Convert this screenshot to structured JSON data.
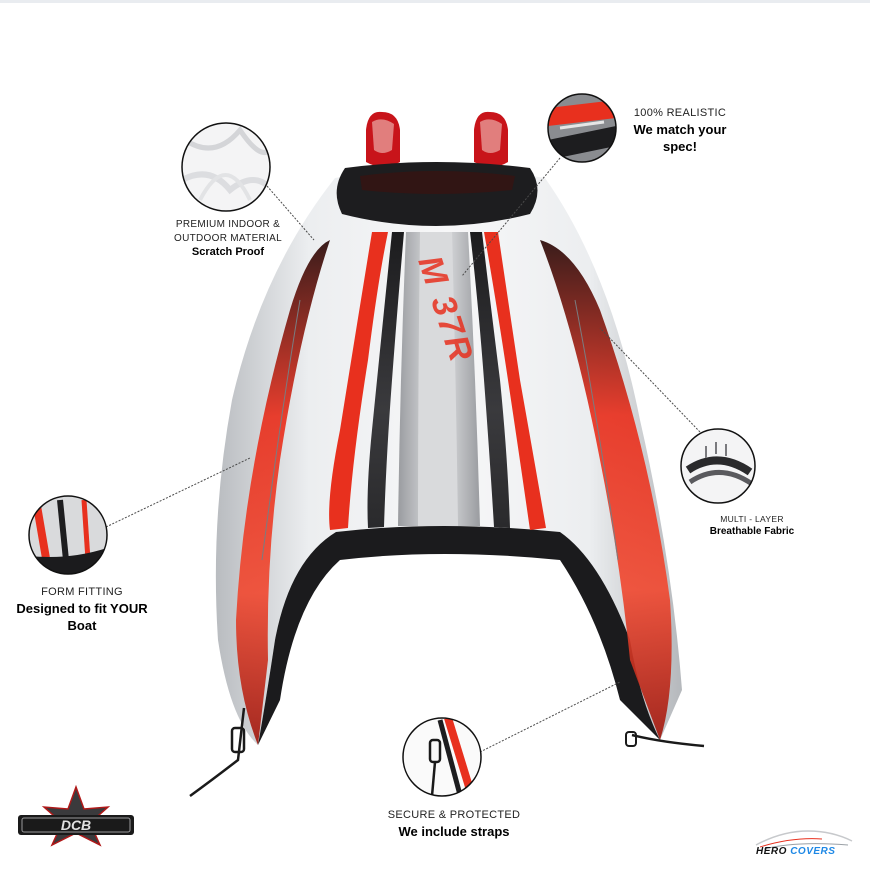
{
  "callouts": {
    "material": {
      "line1": "PREMIUM INDOOR &",
      "line2": "OUTDOOR MATERIAL",
      "bold": "Scratch Proof"
    },
    "realistic": {
      "small": "100% REALISTIC",
      "bold1": "We match your",
      "bold2": "spec!"
    },
    "layer": {
      "small": "MULTI - LAYER",
      "bold": "Breathable Fabric"
    },
    "fitting": {
      "small": "FORM FITTING",
      "bold1": "Designed to fit YOUR",
      "bold2": "Boat"
    },
    "straps": {
      "small": "SECURE & PROTECTED",
      "bold": "We include straps"
    }
  },
  "boat": {
    "hull_text": "M 37R"
  },
  "logos": {
    "left_brand": "DCB",
    "right_brand_part1": "HERO",
    "right_brand_part2": "COVERS"
  },
  "colors": {
    "accent_red": "#e8301e",
    "dark": "#1c1c1e",
    "silver": "#cfd1d4",
    "hero_blue": "#1e88e5"
  }
}
